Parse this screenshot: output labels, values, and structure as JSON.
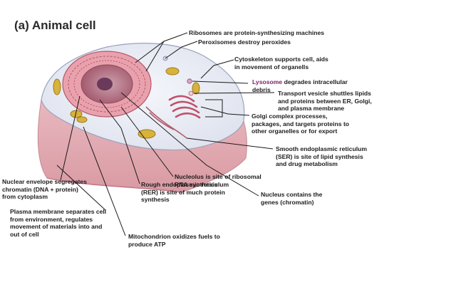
{
  "title": "(a) Animal cell",
  "labels": {
    "ribosomes": "Ribosomes are protein-synthesizing machines",
    "peroxisomes": "Peroxisomes destroy peroxides",
    "cytoskeleton_1": "Cytoskeleton supports cell, aids",
    "cytoskeleton_2": "in movement of organells",
    "lysosome_term": "Lysosome",
    "lysosome_1": " degrades intracellular",
    "lysosome_2": "debris",
    "transport_1": "Transport vesicle shuttles lipids",
    "transport_2": "and proteins between ER, Golgi,",
    "transport_3": "and plasma membrane",
    "golgi_1": "Golgi complex processes,",
    "golgi_2": "packages, and targets proteins to",
    "golgi_3": "other organelles or for export",
    "ser_1": "Smooth endoplasmic reticulum",
    "ser_2": "(SER) is site of lipid synthesis",
    "ser_3": "and drug metabolism",
    "nucleolus_1": "Nucleolus is site of ribosomal",
    "nucleolus_2": "RNA synthesis",
    "nucleus_1": "Nucleus contains the",
    "nucleus_2": "genes (chromatin)",
    "envelope_1": "Nuclear envelope segregates",
    "envelope_2": "chromatin (DNA + protein)",
    "envelope_3": "from cytoplasm",
    "rer_1": "Rough endoplasmic reticulum",
    "rer_2": "(RER) is site of much protein",
    "rer_3": "synthesis",
    "plasma_1": "Plasma membrane separates cell",
    "plasma_2": "from environment, regulates",
    "plasma_3": "movement of materials into and",
    "plasma_4": "out of cell",
    "mito_1": "Mitochondrion oxidizes fuels to",
    "mito_2": "produce ATP"
  },
  "colors": {
    "cell_body": "#e8c0c4",
    "cytoplasm_top": "#e6eaf3",
    "nucleus": "#b86a7c",
    "nucleolus": "#6b3a5a",
    "mitochondria": "#d9b23a",
    "leader_line": "#1a1a1a",
    "lysosome_highlight": "#7a1f6a"
  }
}
